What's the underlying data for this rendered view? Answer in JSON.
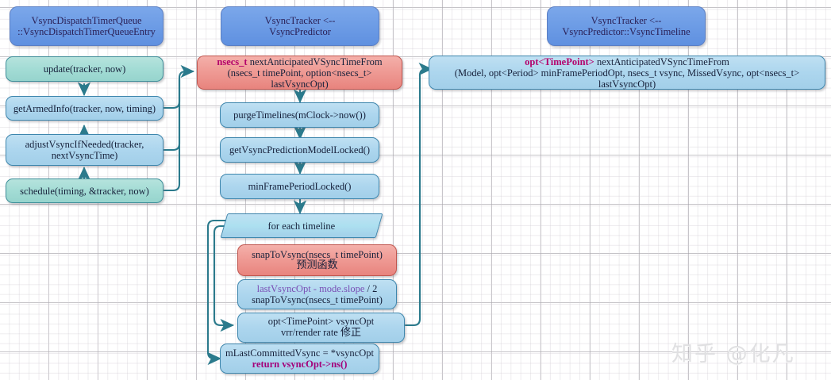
{
  "diagram": {
    "title": "VsyncTracker call flow",
    "watermark": "知乎 @化凡",
    "colors": {
      "header_blue": "#6e9de6",
      "teal": "#a3dcd5",
      "light_blue": "#add6ee",
      "red": "#ef9b95",
      "edge": "#2b7a8c",
      "keyword_magenta": "#b3006b",
      "keyword_purple": "#7a4fb5"
    },
    "lanes": [
      {
        "id": "lane-left",
        "header": {
          "line1": "VsyncDispatchTimerQueue",
          "line2": "::VsyncDispatchTimerQueueEntry"
        }
      },
      {
        "id": "lane-middle",
        "header": {
          "line1": "VsyncTracker <--",
          "line2": "VsyncPredictor"
        }
      },
      {
        "id": "lane-right",
        "header": {
          "line1": "VsyncTracker <--",
          "line2": "VsyncPredictor::VsyncTimeline"
        }
      }
    ],
    "nodes": {
      "update": {
        "line1": "update(tracker, now)"
      },
      "get_armed_info": {
        "line1": "getArmedInfo(tracker, now, timing)"
      },
      "adjust_vsync": {
        "line1": "adjustVsyncIfNeeded(tracker,",
        "line2": "nextVsyncTime)"
      },
      "schedule": {
        "line1": "schedule(timing, &tracker, now)"
      },
      "next_anticipated": {
        "kw": "nsecs_t",
        "line1_rest": " nextAnticipatedVSyncTimeFrom",
        "line2": "(nsecs_t timePoint, option<nsecs_t> lastVsyncOpt)"
      },
      "purge_timelines": {
        "line1": "purgeTimelines(mClock->now())"
      },
      "get_model_locked": {
        "line1": "getVsyncPredictionModelLocked()"
      },
      "min_frame_period": {
        "line1": "minFramePeriodLocked()"
      },
      "for_each_timeline": {
        "line1": "for each timeline"
      },
      "snap_to_vsync": {
        "line1": "snapToVsync(nsecs_t timePoint)",
        "line2": "预测函数"
      },
      "slope_calc": {
        "line1_kw": "lastVsyncOpt - mode.slope",
        "line1_rest": " / 2",
        "line2": "snapToVsync(nsecs_t timePoint)"
      },
      "vsync_opt": {
        "line1": "opt<TimePoint> vsyncOpt",
        "line2_pre": "vrr/render rate ",
        "line2_cjk": "修正"
      },
      "last_committed": {
        "line1": "mLastCommittedVsync = *vsyncOpt",
        "line2_kw": "return vsyncOpt->ns()"
      },
      "timeline_entry": {
        "kw": "opt<TimePoint>",
        "line1_rest": " nextAnticipatedVSyncTimeFrom",
        "line2": "(Model, opt<Period> minFramePeriodOpt, nsecs_t vsync, MissedVsync, opt<nsecs_t> lastVsyncOpt)"
      }
    }
  }
}
